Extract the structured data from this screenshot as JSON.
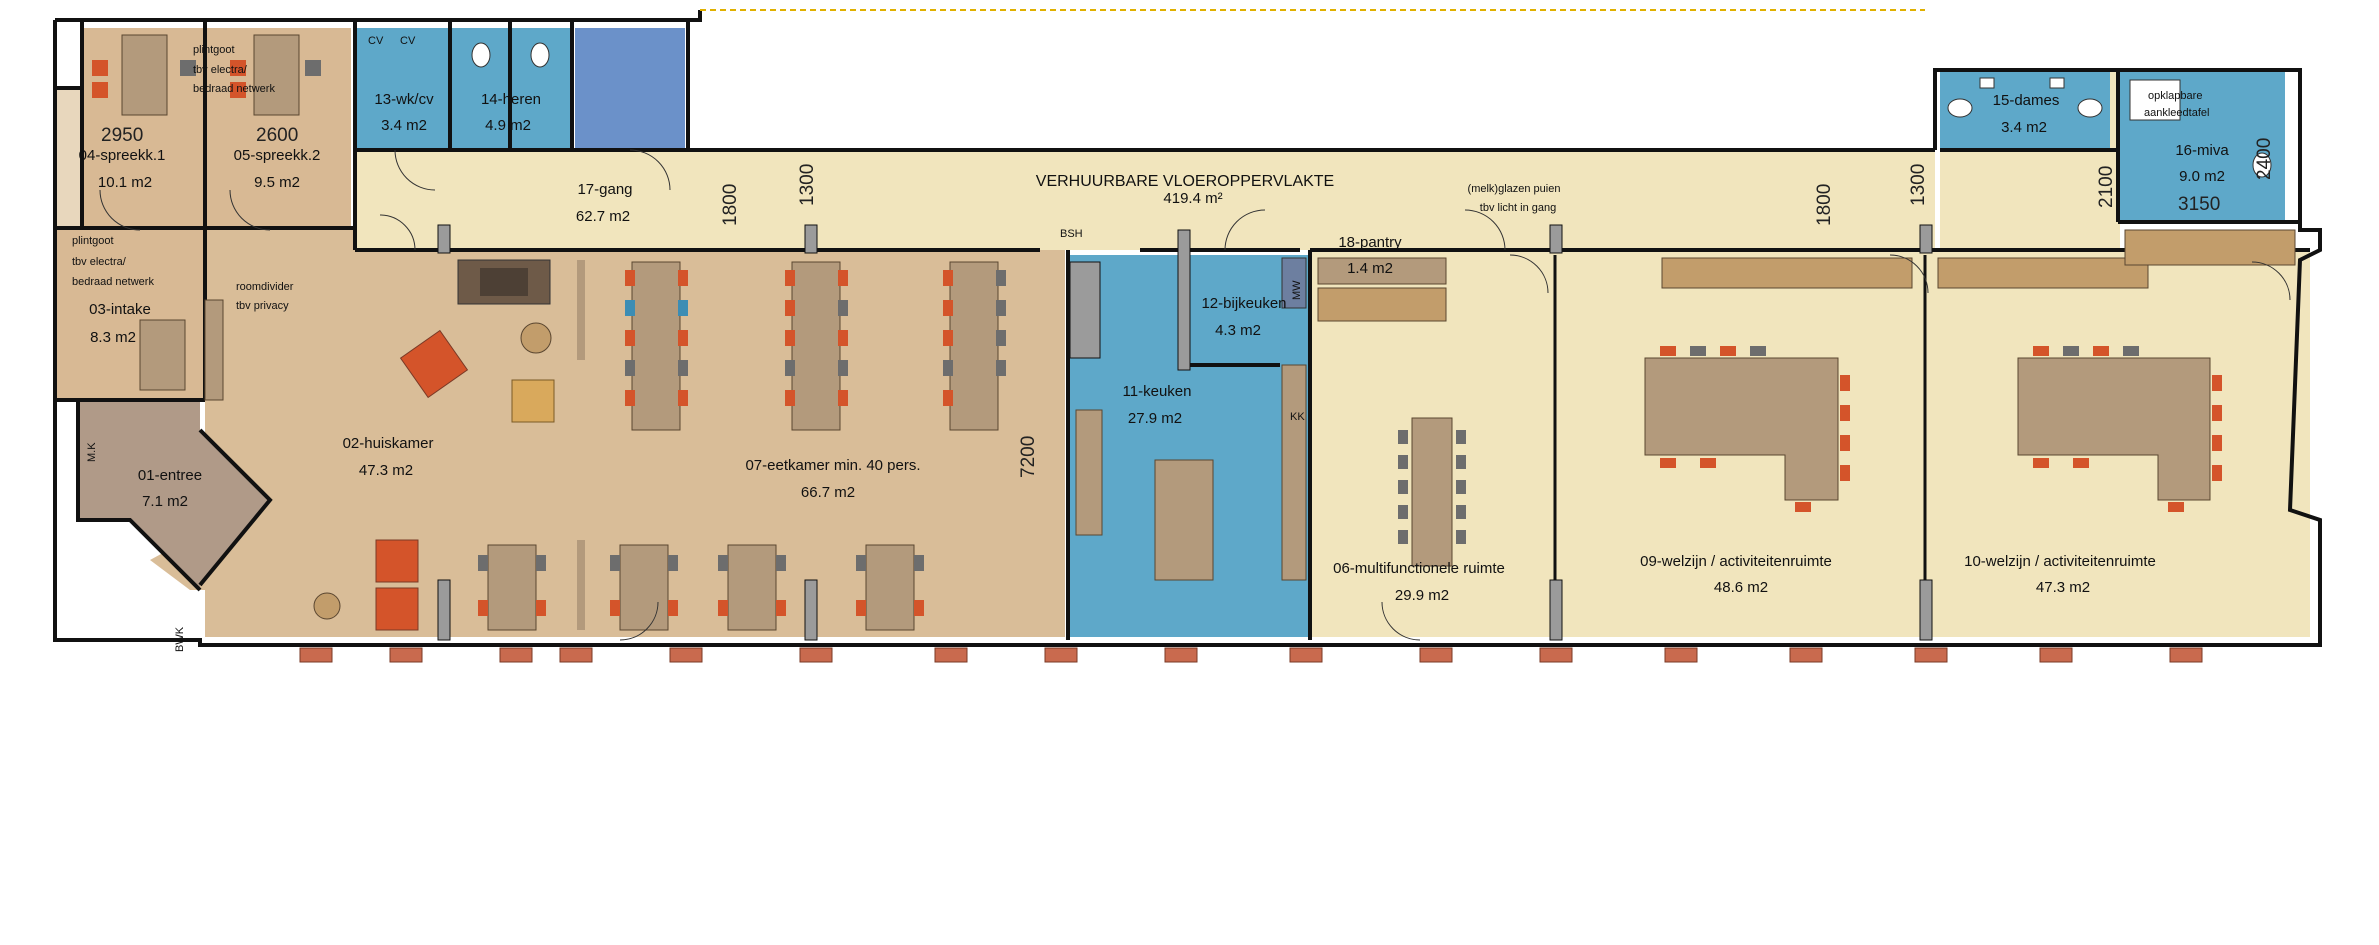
{
  "colors": {
    "corridor": "#f1e5bd",
    "living": "#d9bd98",
    "blue": "#5ea8c9",
    "office": "#d8b994",
    "entree": "#b09a88",
    "wall": "#111111",
    "chair_red": "#d4542a",
    "chair_blue": "#3c8db4",
    "chair_grey": "#6d6d6d",
    "table": "#b39a7c",
    "window": "#c96a4e"
  },
  "rooms": [
    {
      "name": "01-entree",
      "area": "7.1 m2"
    },
    {
      "name": "02-huiskamer",
      "area": "47.3 m2"
    },
    {
      "name": "03-intake",
      "area": "8.3 m2"
    },
    {
      "name": "04-spreekk.1",
      "area": "10.1 m2"
    },
    {
      "name": "05-spreekk.2",
      "area": "9.5 m2"
    },
    {
      "name": "07-eetkamer min. 40 pers.",
      "area": "66.7 m2"
    },
    {
      "name": "06-multifunctionele ruimte",
      "area": "29.9 m2"
    },
    {
      "name": "09-welzijn / activiteitenruimte",
      "area": "48.6 m2"
    },
    {
      "name": "10-welzijn / activiteitenruimte",
      "area": "47.3 m2"
    },
    {
      "name": "11-keuken",
      "area": "27.9 m2"
    },
    {
      "name": "12-bijkeuken",
      "area": "4.3 m2"
    },
    {
      "name": "13-wk/cv",
      "area": "3.4 m2"
    },
    {
      "name": "14-heren",
      "area": "4.9 m2"
    },
    {
      "name": "15-dames",
      "area": "3.4 m2"
    },
    {
      "name": "16-miva",
      "area": "9.0 m2"
    },
    {
      "name": "17-gang",
      "area": "62.7 m2"
    },
    {
      "name": "18-pantry",
      "area": "1.4 m2"
    }
  ],
  "summary": {
    "title": "VERHUURBARE VLOEROPPERVLAKTE",
    "area": "419.4 m²"
  },
  "notes": {
    "plintgoot_1": "plintgoot",
    "plintgoot_2": "tbv electra/",
    "plintgoot_3": "bedraad netwerk",
    "intake_1": "plintgoot",
    "intake_2": "tbv electra/",
    "intake_3": "bedraad netwerk",
    "roomdivider_1": "roomdivider",
    "roomdivider_2": "tbv privacy",
    "glass_1": "(melk)glazen puien",
    "glass_2": "tbv licht in gang",
    "sink_1": "opklapbare",
    "sink_2": "aankleedtafel",
    "bsh": "BSH",
    "mk": "M.K",
    "bwk": "BWK",
    "cv1": "CV",
    "cv2": "CV",
    "kk": "KK",
    "mw": "MW"
  },
  "dimensions": {
    "d2950": "2950",
    "d2600": "2600",
    "d1800a": "1800",
    "d1300a": "1300",
    "d7200": "7200",
    "d1800b": "1800",
    "d1300b": "1300",
    "d2100": "2100",
    "d3150": "3150",
    "d2400": "2400"
  }
}
